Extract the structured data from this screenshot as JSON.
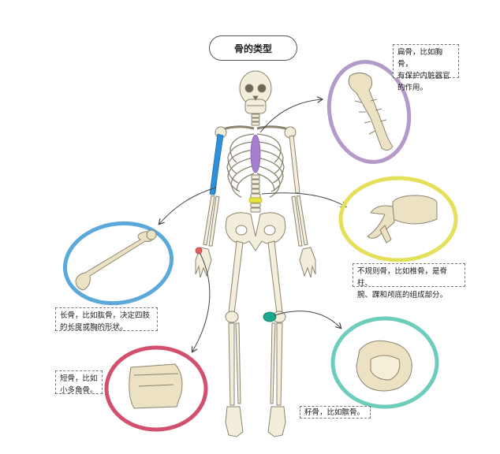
{
  "title": "骨的类型",
  "notes": {
    "flat": "扁骨，比如胸骨，\n有保护内脏器官\n的作用。",
    "irregular": "不规则骨，比如椎骨，是脊柱、\n腕、踝和颅底的组成部分。",
    "long": "长骨，比如肱骨，决定四肢\n的长度或胸的形状。",
    "short": "短骨，比如\n小多角骨。",
    "sesamoid": "籽骨，比如髌骨。"
  },
  "colors": {
    "flat": "#b39ac8",
    "irregular": "#e4e05a",
    "long": "#5aa9da",
    "short": "#d2506e",
    "sesamoid": "#6ccdbd",
    "bone": "#efe8d2",
    "bone_outline": "#8a8470",
    "highlight_humerus": "#2f8fd8",
    "highlight_sternum": "#a77fcf",
    "highlight_vertebra": "#e6e33a",
    "highlight_trapezium": "#e06060",
    "highlight_patella": "#1aa88f"
  },
  "icons": [
    "arrow-icon"
  ]
}
